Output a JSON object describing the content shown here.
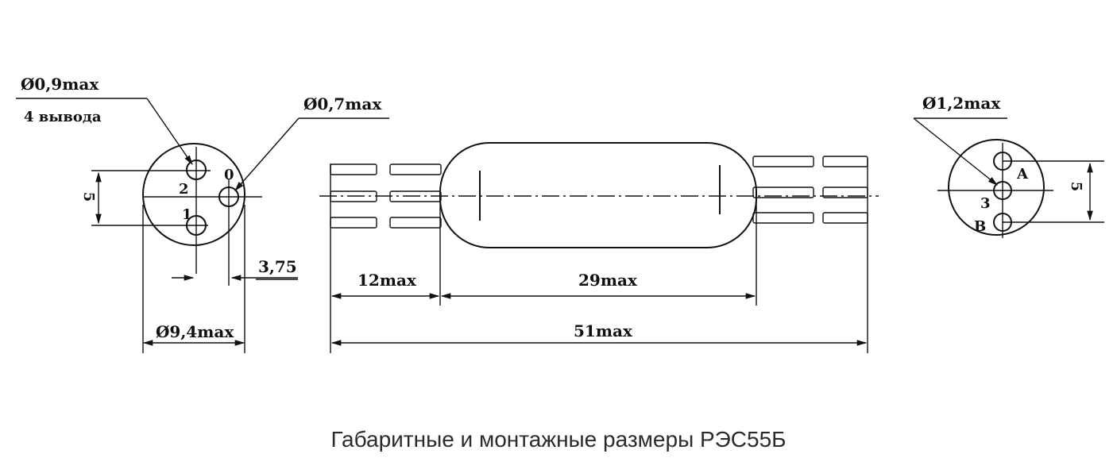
{
  "caption": "Габаритные и монтажные размеры РЭС55Б",
  "left_view": {
    "pin_diameter": "Ø0,9max",
    "pins_count": "4 вывода",
    "pin_labels": [
      "2",
      "0",
      "1"
    ],
    "pitch": "5",
    "offset": "3,75",
    "body_diameter": "Ø9,4max"
  },
  "side_view": {
    "pin_diameter": "Ø0,7max",
    "lead_length": "12max",
    "body_length": "29max",
    "total_length": "51max"
  },
  "right_view": {
    "pin_diameter": "Ø1,2max",
    "pin_labels": [
      "A",
      "3",
      "B"
    ],
    "pitch": "5"
  }
}
